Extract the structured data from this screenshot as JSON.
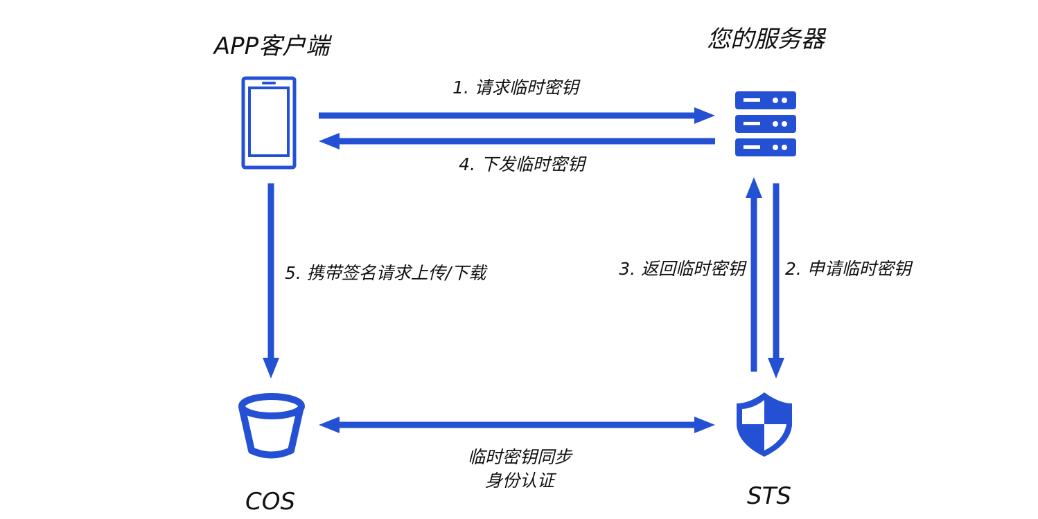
{
  "colors": {
    "accent": "#2450d4",
    "text": "#111111",
    "background": "#ffffff"
  },
  "nodes": {
    "app": {
      "label": "APP客户端",
      "icon": "mobile-phone-icon"
    },
    "server": {
      "label": "您的服务器",
      "icon": "server-rack-icon"
    },
    "cos": {
      "label": "COS",
      "icon": "storage-bucket-icon"
    },
    "sts": {
      "label": "STS",
      "icon": "shield-icon"
    }
  },
  "edges": {
    "request_key": "1. 请求临时密钥",
    "apply_key": "2. 申请临时密钥",
    "return_key": "3. 返回临时密钥",
    "issue_key": "4. 下发临时密钥",
    "upload_download": "5. 携带签名请求上传/下载",
    "sync_line1": "临时密钥同步",
    "sync_line2": "身份认证"
  }
}
